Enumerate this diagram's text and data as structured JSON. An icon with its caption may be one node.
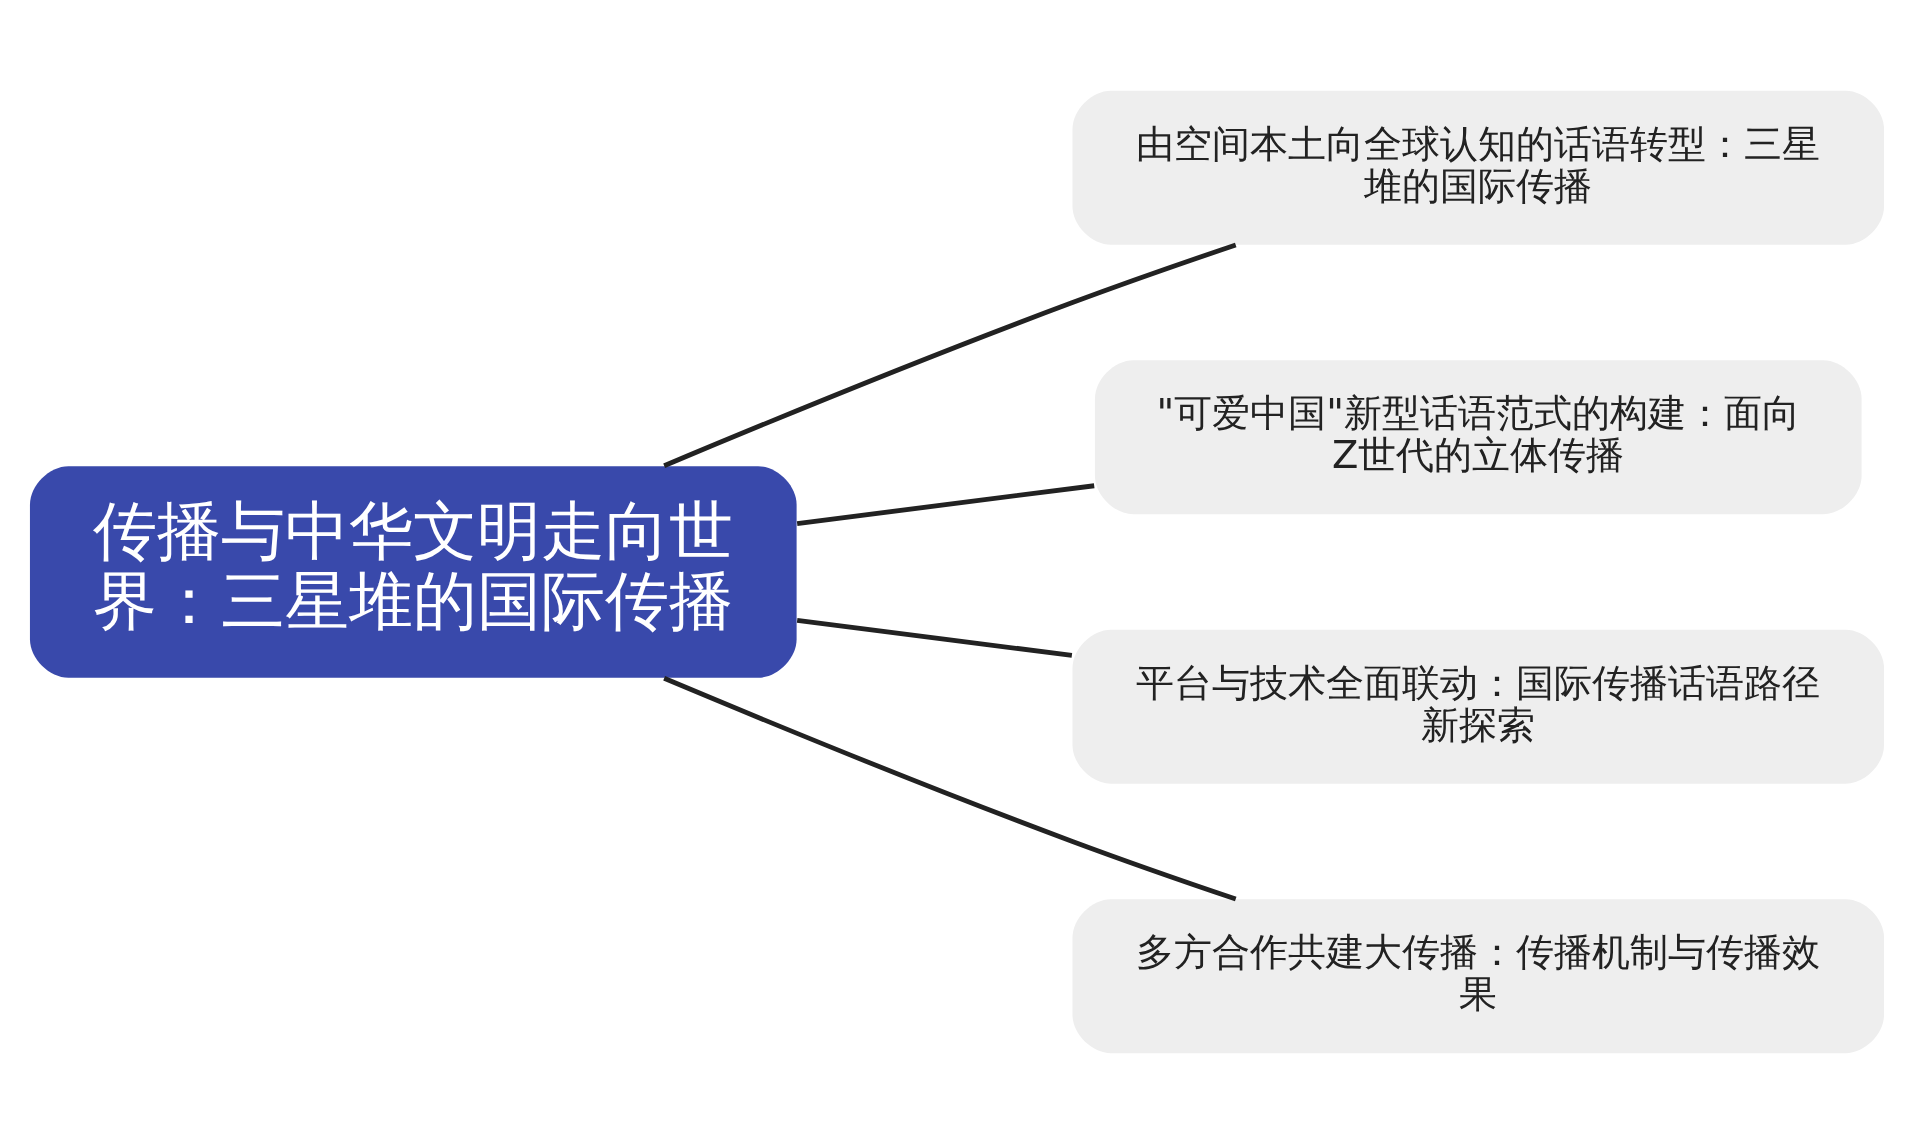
{
  "diagram": {
    "nodes": [
      {
        "text": [
          "传播与中华文明走向世界：三星堆的国际传播"
        ]
      },
      {
        "text": [
          "由空间本土向全球认知的话语转型：三星堆的国际传播"
        ]
      },
      {
        "text": [
          "\"可爱中国\"新型话语范式的构建：面向 Z世代的立体传播"
        ]
      },
      {
        "text": [
          "平台与技术全面联动：国际传播话语路径新探索"
        ]
      },
      {
        "text": [
          "多方合作共建大传播：传播机制与传播效果"
        ]
      }
    ],
    "edges": [
      {
        "from": 0,
        "to": 1,
        "arrow": "none"
      },
      {
        "from": 0,
        "to": 2,
        "arrow": "none"
      },
      {
        "from": 0,
        "to": 3,
        "arrow": "none"
      },
      {
        "from": 0,
        "to": 4,
        "arrow": "none"
      }
    ]
  }
}
